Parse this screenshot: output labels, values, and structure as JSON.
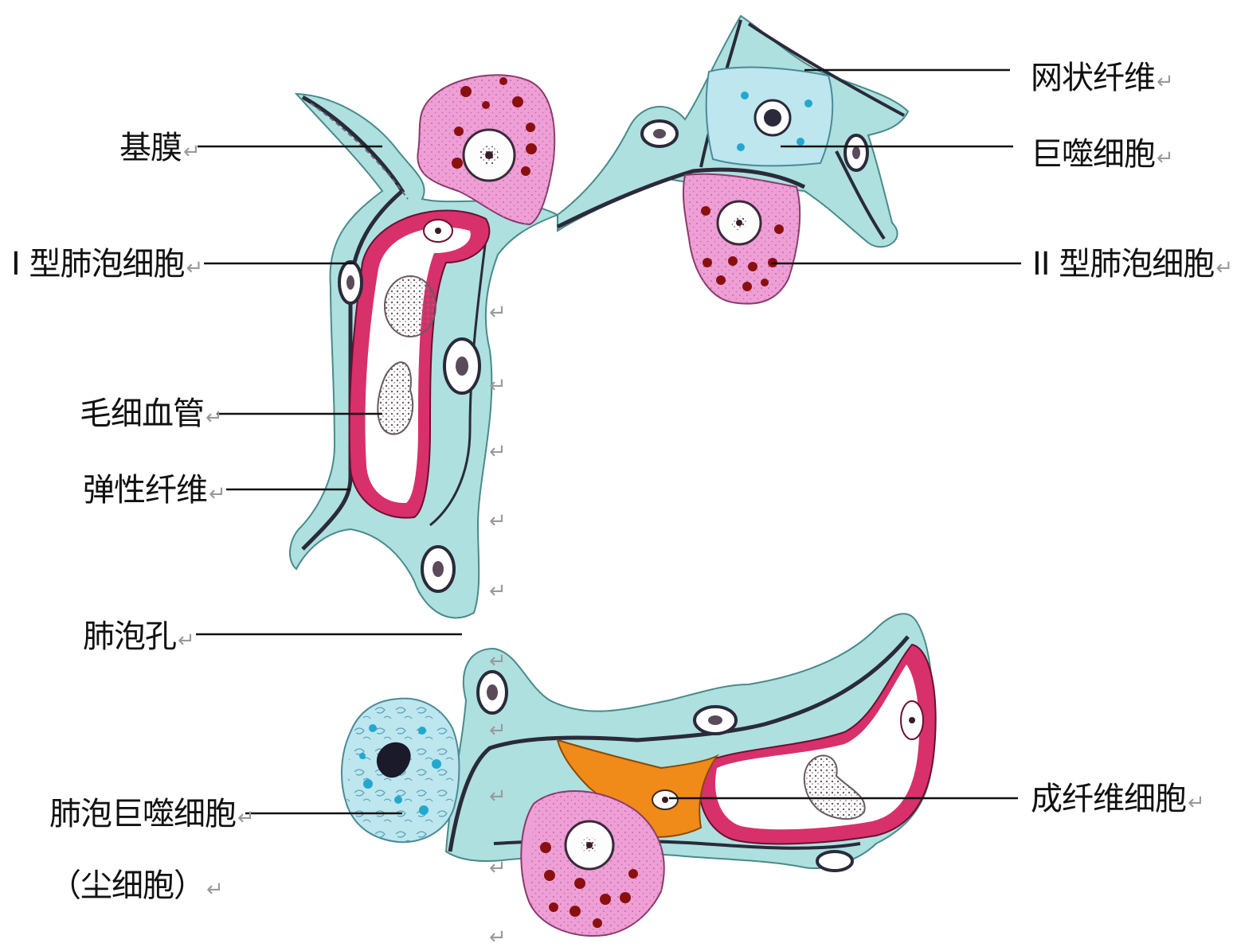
{
  "labels": {
    "basement_membrane": "基膜",
    "type1_cell": "I 型肺泡细胞",
    "capillary": "毛细血管",
    "elastic_fiber": "弹性纤维",
    "alveolar_pore": "肺泡孔",
    "alveolar_macrophage": "肺泡巨噬细胞",
    "dust_cell": "（尘细胞）",
    "reticular_fiber": "网状纤维",
    "macrophage": "巨噬细胞",
    "type2_cell": "II 型肺泡细胞",
    "fibroblast": "成纤维细胞"
  },
  "return_mark": "↵",
  "colors": {
    "epithelium": "#aee0e0",
    "type2_cell": "#ee9fd6",
    "capillary_wall": "#d8306a",
    "macrophage": "#bde6ee",
    "fibroblast": "#f08a18",
    "nucleus": "#fdfdfd",
    "granule": "#8a1010",
    "blue_granule": "#22a8d0",
    "rbc": "#a8a0a0"
  }
}
